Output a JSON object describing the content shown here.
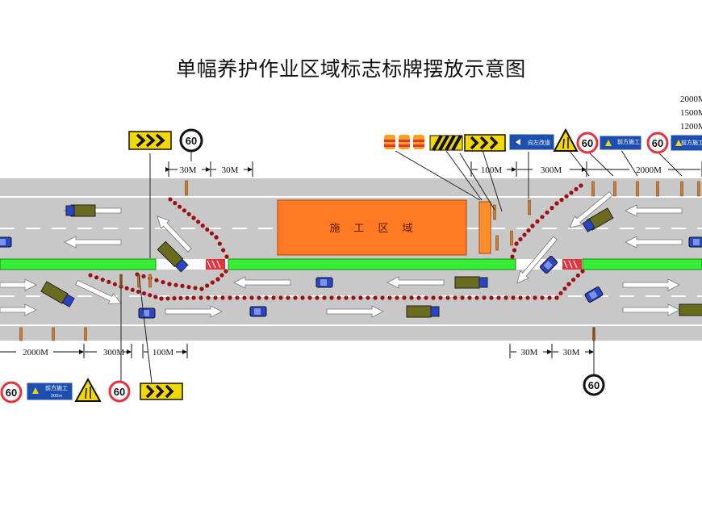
{
  "title": "单幅养护作业区域标志标牌摆放示意图",
  "work_zone_label": "施　工　区　域",
  "speed_limit": "60",
  "signs": {
    "detour_left": "向左改道",
    "ahead_construction": "前方施工",
    "ahead_distance": "300m"
  },
  "distance_list": [
    "2000M",
    "1500M",
    "1200M"
  ],
  "dims_top": {
    "d1": "30M",
    "d2": "30M",
    "d3": "100M",
    "d4": "300M",
    "d5": "2000M"
  },
  "dims_bottom": {
    "d1": "2000M",
    "d2": "300M",
    "d3": "100M",
    "d4": "30M",
    "d5": "30M"
  },
  "colors": {
    "road": "#c8c8c8",
    "lane_line": "#ffffff",
    "median": "#33ee33",
    "work_zone": "#ff7a22",
    "cone": "#9b1010",
    "arrow_sign": "#1a1a1a",
    "arrow_sign_bg": "#f2d700",
    "info_sign": "#1d4fb0",
    "warning": "#f2d700",
    "barrier": "#e5333d",
    "car_blue": "#2a46c8",
    "truck_olive": "#6b6b1f"
  }
}
